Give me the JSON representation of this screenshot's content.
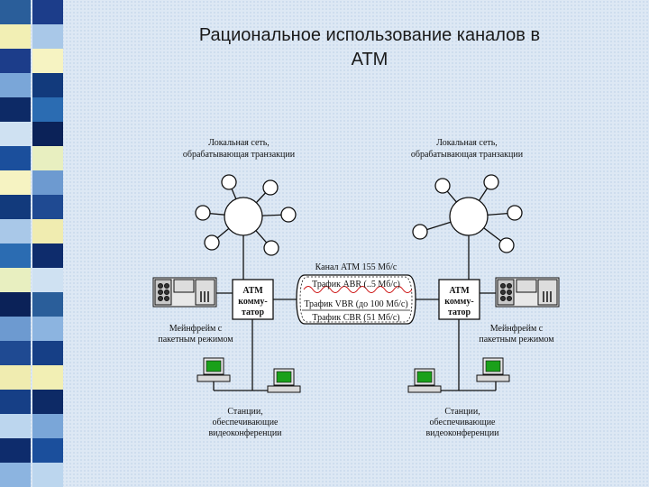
{
  "slide": {
    "title_line1": "Рациональное использование каналов в",
    "title_line2": "АТМ"
  },
  "decor": {
    "stripe_colors_col1": [
      "#2a5e9a",
      "#f2efb4",
      "#1c3d8a",
      "#7aa6d8",
      "#0d2a66",
      "#cfe1f2",
      "#1b4f9c",
      "#f6f3c2",
      "#123a7c",
      "#a9c8e8",
      "#2b6cb2",
      "#e8efc0",
      "#0b2258",
      "#6d9ad0",
      "#1f4a92",
      "#f0ecb0",
      "#163f86",
      "#bcd6ee",
      "#0e2c6c",
      "#8cb4e0"
    ],
    "stripe_colors_col2": [
      "#1c3d8a",
      "#a9c8e8",
      "#f6f3c2",
      "#123a7c",
      "#2b6cb2",
      "#0b2258",
      "#e8efc0",
      "#6d9ad0",
      "#1f4a92",
      "#f0ecb0",
      "#0e2c6c",
      "#cfe1f2",
      "#2a5e9a",
      "#8cb4e0",
      "#163f86",
      "#f2efb4",
      "#0d2a66",
      "#7aa6d8",
      "#1b4f9c",
      "#bcd6ee"
    ]
  },
  "diagram": {
    "left_lan_label": [
      "Локальная сеть,",
      "обрабатывающая транзакции"
    ],
    "right_lan_label": [
      "Локальная сеть,",
      "обрабатывающая транзакции"
    ],
    "channel_label": "Канал АТМ 155 Мб/с",
    "traffic_abr": "Трафик ABR (..5 Мб/с)",
    "traffic_vbr": "Трафик VBR (до 100 Мб/с)",
    "traffic_cbr": "Трафик CBR (51 Мб/с)",
    "left_switch": [
      "АТМ",
      "комму-",
      "татор"
    ],
    "right_switch": [
      "АТМ",
      "комму-",
      "татор"
    ],
    "left_mainframe_label": [
      "Мейнфрейм с",
      "пакетным режимом"
    ],
    "right_mainframe_label": [
      "Мейнфрейм с",
      "пакетным режимом"
    ],
    "left_stations_label": [
      "Станции,",
      "обеспечивающие",
      "видеоконференции"
    ],
    "right_stations_label": [
      "Станции,",
      "обеспечивающие",
      "видеоконференции"
    ]
  }
}
